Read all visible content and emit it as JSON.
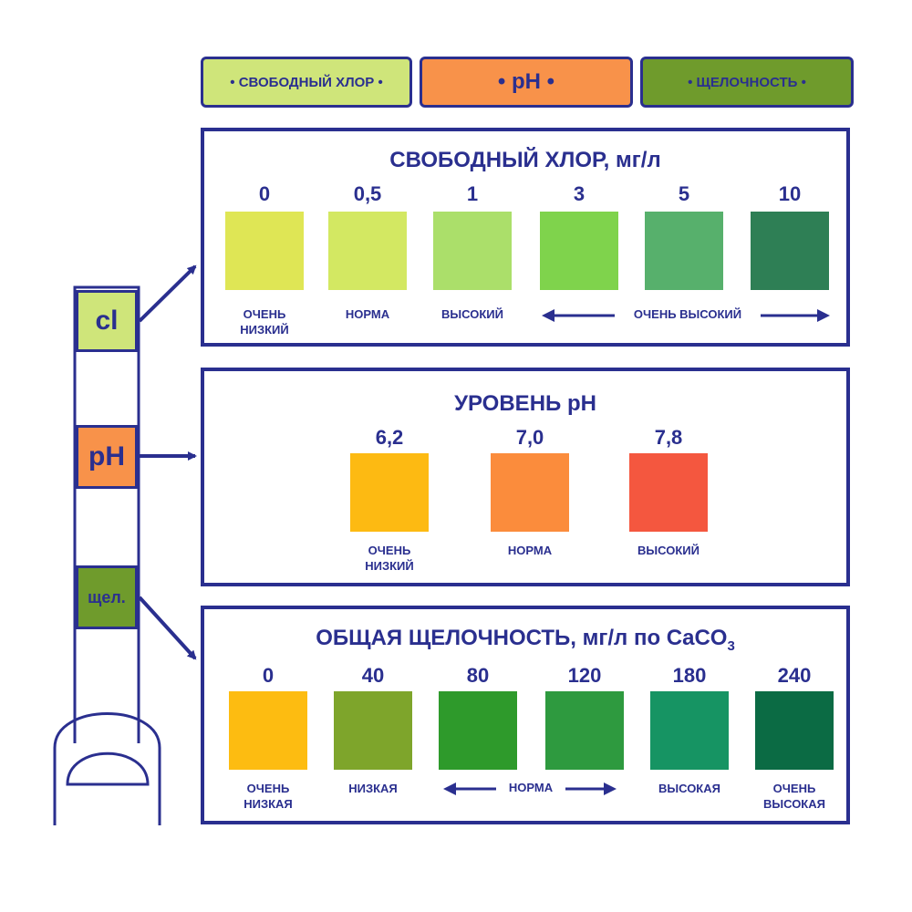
{
  "tabs": [
    {
      "label": "• СВОБОДНЫЙ ХЛОР •",
      "color": "#cfe57a"
    },
    {
      "label": "• pH •",
      "color": "#f8924a"
    },
    {
      "label": "• ЩЕЛОЧНОСТЬ •",
      "color": "#6f9b2c"
    }
  ],
  "strip": {
    "cl_label": "cl",
    "ph_label": "pH",
    "alk_label": "щел."
  },
  "chlorine": {
    "title": "СВОБОДНЫЙ ХЛОР, мг/л",
    "values": [
      "0",
      "0,5",
      "1",
      "3",
      "5",
      "10"
    ],
    "colors": [
      "#dfe655",
      "#d3e862",
      "#abdf6a",
      "#7fd34c",
      "#57b06c",
      "#2e7f55"
    ],
    "labels": {
      "very_low_1": "ОЧЕНЬ",
      "very_low_2": "НИЗКИЙ",
      "normal": "НОРМА",
      "high": "ВЫСОКИЙ",
      "very_high": "ОЧЕНЬ ВЫСОКИЙ"
    }
  },
  "ph": {
    "title": "УРОВЕНЬ pH",
    "values": [
      "6,2",
      "7,0",
      "7,8"
    ],
    "colors": [
      "#fdba12",
      "#fb8c3c",
      "#f4573f"
    ],
    "labels": {
      "very_low_1": "ОЧЕНЬ",
      "very_low_2": "НИЗКИЙ",
      "normal": "НОРМА",
      "high": "ВЫСОКИЙ"
    }
  },
  "alkalinity": {
    "title_main": "ОБЩАЯ ЩЕЛОЧНОСТЬ, мг/л по CaCO",
    "title_sub": "3",
    "values": [
      "0",
      "40",
      "80",
      "120",
      "180",
      "240"
    ],
    "colors": [
      "#fdbc11",
      "#7ea52b",
      "#2e9a2b",
      "#2e9a3f",
      "#169463",
      "#0b6b44"
    ],
    "labels": {
      "very_low_1": "ОЧЕНЬ",
      "very_low_2": "НИЗКАЯ",
      "low": "НИЗКАЯ",
      "normal": "НОРМА",
      "high": "ВЫСОКАЯ",
      "very_high_1": "ОЧЕНЬ",
      "very_high_2": "ВЫСОКАЯ"
    }
  },
  "accent": "#2a2f8f"
}
